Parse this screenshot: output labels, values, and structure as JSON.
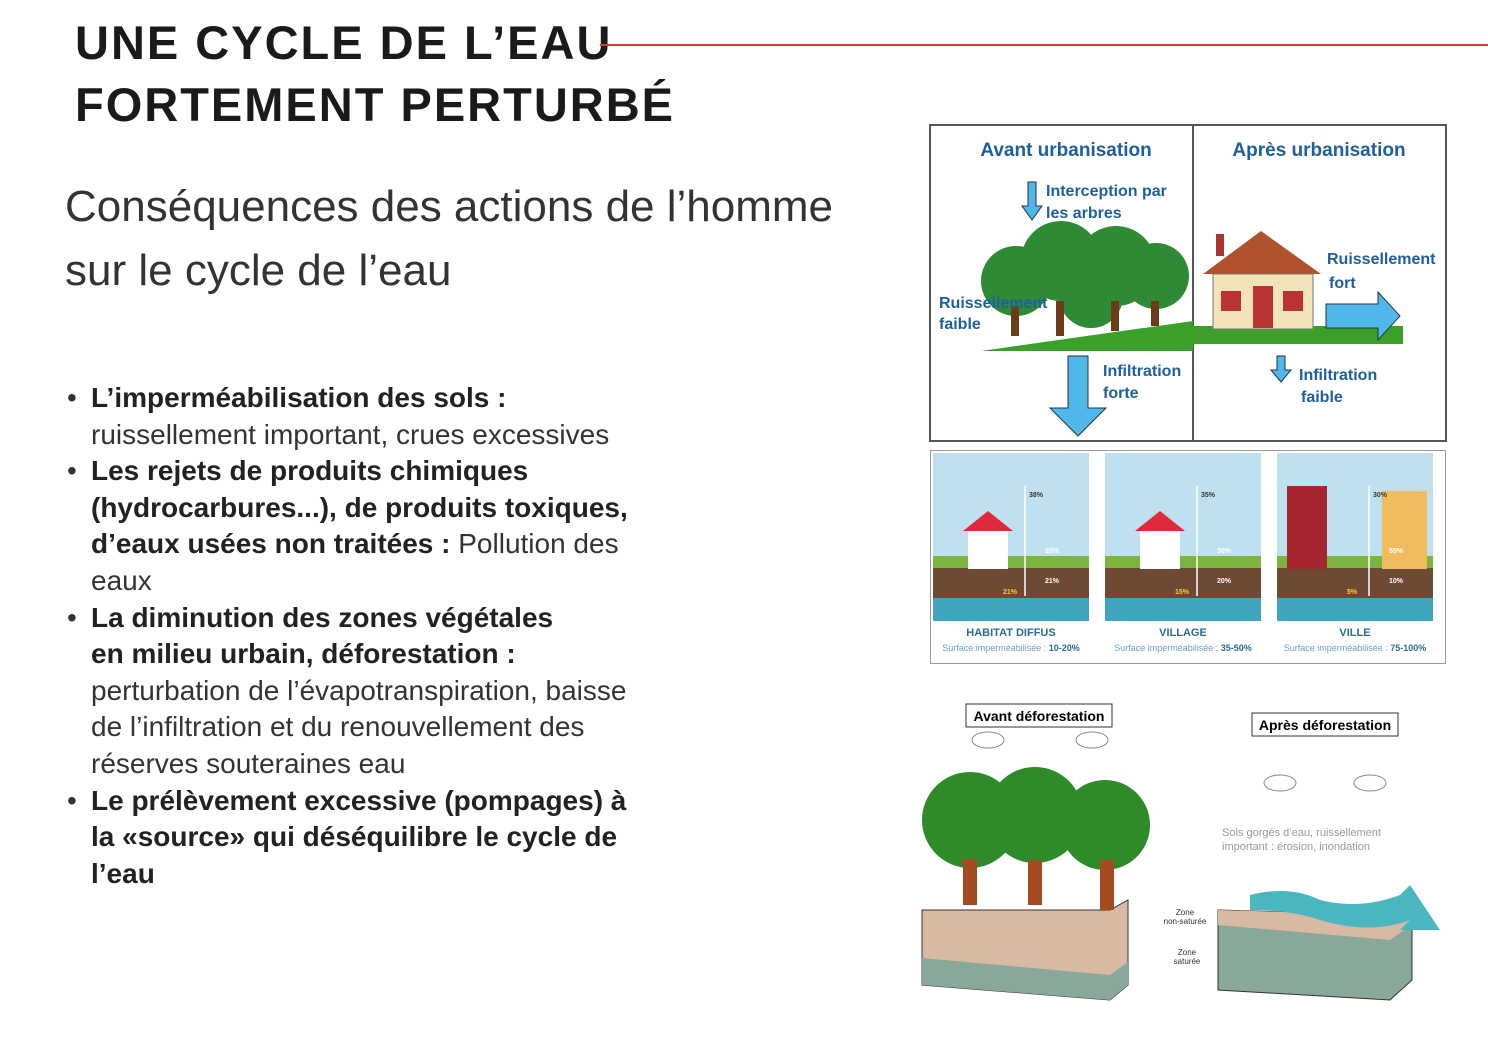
{
  "title": {
    "line1": "UNE CYCLE DE L’EAU",
    "line2": "FORTEMENT PERTURBÉ"
  },
  "subtitle": {
    "line1": "Conséquences des actions de l’homme",
    "line2": "sur le cycle de l’eau"
  },
  "bullets": [
    {
      "bold": "L’imperméabilisation des sols  :",
      "text": "ruissellement important, crues excessives"
    },
    {
      "bold": "Les rejets de produits chimiques (hydrocarbures...), de produits toxiques, d’eaux usées non traitées  :",
      "text": "Pollution des eaux"
    },
    {
      "bold": "La diminution des zones végétales en milieu urbain, déforestation :",
      "text": "perturbation de l’évapotranspiration, baisse de l’infiltration  et  du renouvellement des réserves souteraines eau"
    },
    {
      "bold": "Le prélèvement  excessive  (pompages) à la «source» qui déséquilibre le cycle de l’eau",
      "text": ""
    }
  ],
  "urbanisation": {
    "avant": "Avant urbanisation",
    "apres": "Après urbanisation",
    "interception1": "Interception par",
    "interception2": "les arbres",
    "ruiss_faible1": "Ruissellement",
    "ruiss_faible2": "faible",
    "infil_forte1": "Infiltration",
    "infil_forte2": "forte",
    "ruiss_fort1": "Ruissellement",
    "ruiss_fort2": "fort",
    "infil_faible1": "Infiltration",
    "infil_faible2": "faible"
  },
  "panels": [
    {
      "name": "HABITAT DIFFUS",
      "surface_label": "Surface imperméabilisée : ",
      "surface": "10-20%",
      "evap": "38%",
      "runoff": "20%",
      "shallow": "21%",
      "deep": "21%"
    },
    {
      "name": "VILLAGE",
      "surface_label": "Surface imperméabilisée : ",
      "surface": "35-50%",
      "evap": "35%",
      "runoff": "30%",
      "shallow": "20%",
      "deep": "15%"
    },
    {
      "name": "VILLE",
      "surface_label": "Surface imperméabilisée : ",
      "surface": "75-100%",
      "evap": "30%",
      "runoff": "55%",
      "shallow": "10%",
      "deep": "5%"
    }
  ],
  "deforestation": {
    "avant": "Avant déforestation",
    "apres": "Après déforestation",
    "note1": "Sols gorgés d’eau, ruissellement",
    "note2": "important  : érosion, inondation",
    "zone_ns1": "Zone",
    "zone_ns2": "non-saturée",
    "zone_s1": "Zone",
    "zone_s2": "saturée"
  }
}
